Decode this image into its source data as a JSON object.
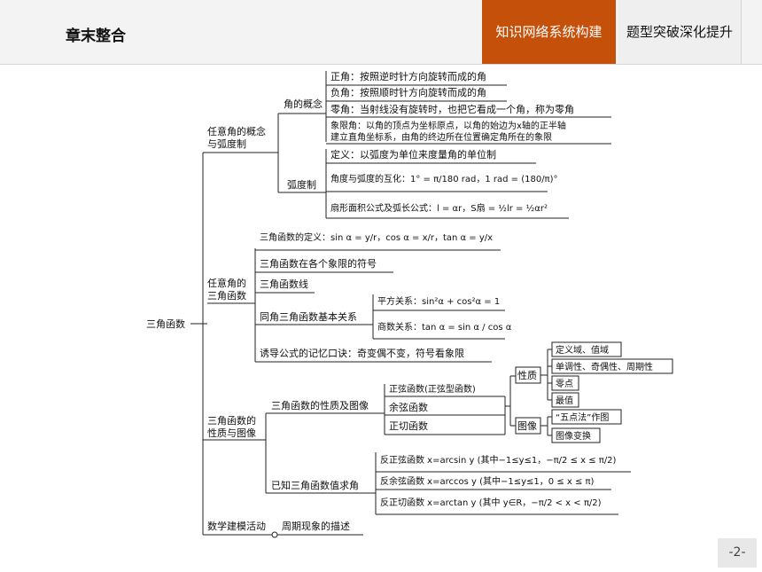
{
  "header": {
    "title": "章末整合",
    "tabs": [
      {
        "label": "知识网络系统构建",
        "active": true
      },
      {
        "label": "题型突破深化提升",
        "active": false
      }
    ],
    "accent_color": "#c5500a"
  },
  "page_number": "-2-",
  "root": "三角函数",
  "sec1": {
    "title_l1": "任意角的概念",
    "title_l2": "与弧度制",
    "angle_concept": "角的概念",
    "positive": "正角：按照逆时针方向旋转而成的角",
    "negative": "负角：按照顺时针方向旋转而成的角",
    "zero": "零角：当射线没有旋转时，也把它看成一个角，称为零角",
    "quadrant_l1": "象限角：以角的顶点为坐标原点，以角的始边为x轴的正半轴",
    "quadrant_l2": "建立直角坐标系，由角的终边所在位置确定角所在的象限",
    "radian": "弧度制",
    "definition": "定义：以弧度为单位来度量角的单位制",
    "convert": "角度与弧度的互化：1° = π/180 rad，1 rad = (180/π)°",
    "sector": "扇形面积公式及弧长公式：l = αr，S扇 = ½lr = ½αr²"
  },
  "sec2": {
    "title_l1": "任意角的",
    "title_l2": "三角函数",
    "def": "三角函数的定义：sin α = y/r，cos α = x/r，tan α = y/x",
    "signs": "三角函数在各个象限的符号",
    "lines": "三角函数线",
    "identities": "同角三角函数基本关系",
    "square": "平方关系：sin²α + cos²α = 1",
    "quotient": "商数关系：tan α = sin α / cos α",
    "induction": "诱导公式的记忆口诀：奇变偶不变，符号看象限"
  },
  "sec3": {
    "title_l1": "三角函数的",
    "title_l2": "性质与图像",
    "props_graphs": "三角函数的性质及图像",
    "sine": "正弦函数(正弦型函数)",
    "cosine": "余弦函数",
    "tangent": "正切函数",
    "properties": "性质",
    "graph": "图像",
    "domain_range": "定义域、值域",
    "mono": "单调性、奇偶性、周期性",
    "zeros": "零点",
    "extrema": "最值",
    "five_point": "“五点法”作图",
    "transform": "图像变换",
    "known_value": "已知三角函数值求角",
    "arcsin": "反正弦函数 x=arcsin y (其中−1≤y≤1，−π/2 ≤ x ≤ π/2)",
    "arccos": "反余弦函数 x=arccos y (其中−1≤y≤1，0 ≤ x ≤ π)",
    "arctan": "反正切函数 x=arctan y (其中 y∈R，−π/2 < x < π/2)"
  },
  "sec4": {
    "modeling": "数学建模活动",
    "periodic": "周期现象的描述"
  }
}
